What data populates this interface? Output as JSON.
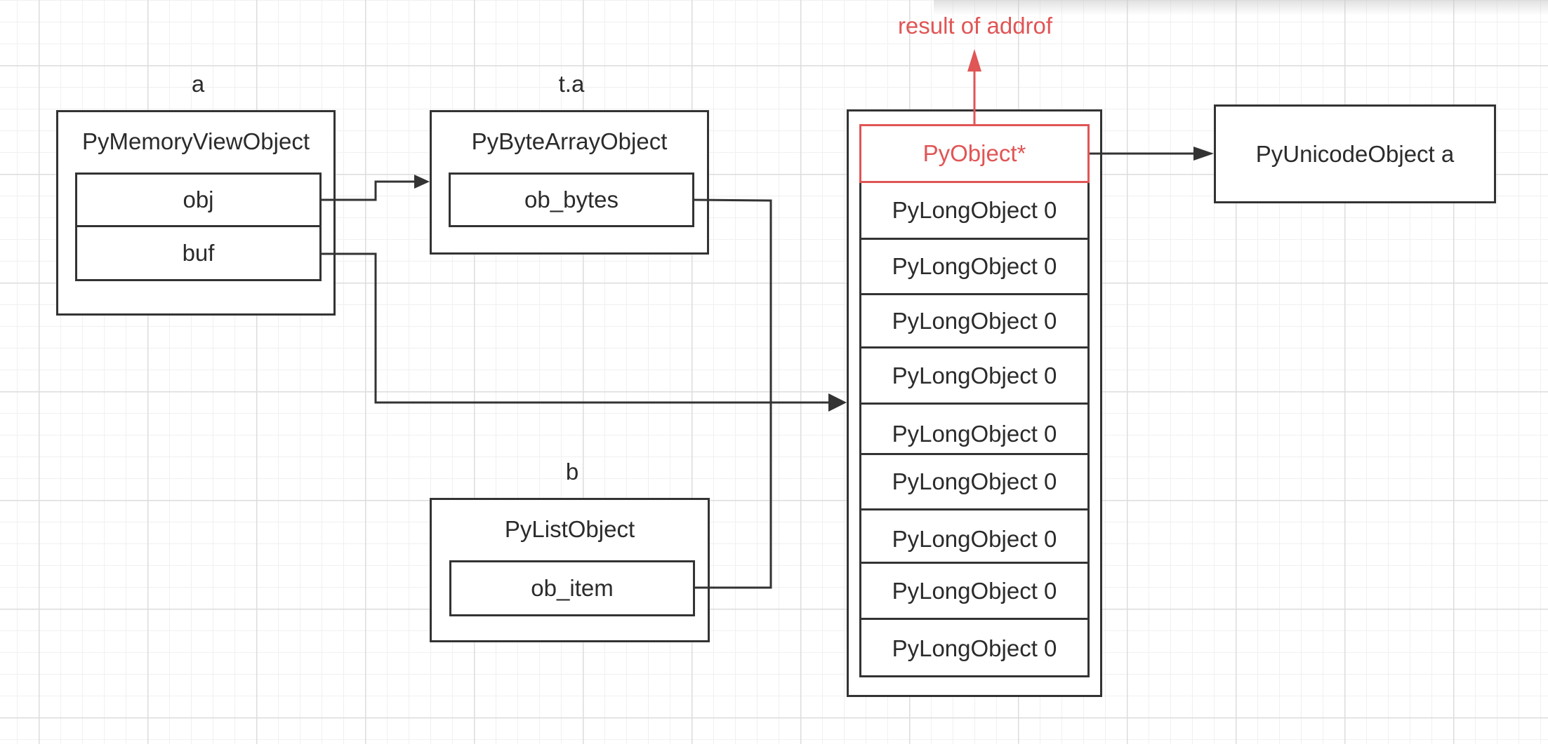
{
  "labels": {
    "a": "a",
    "ta": "t.a",
    "b": "b",
    "addrof": "result of addrof"
  },
  "memoryview": {
    "title": "PyMemoryViewObject",
    "fields": [
      "obj",
      "buf"
    ]
  },
  "bytearray": {
    "title": "PyByteArrayObject",
    "field": "ob_bytes"
  },
  "list": {
    "title": "PyListObject",
    "field": "ob_item"
  },
  "array": {
    "head": "PyObject*",
    "cells": [
      "PyLongObject 0",
      "PyLongObject 0",
      "PyLongObject 0",
      "PyLongObject 0",
      "PyLongObject 0",
      "PyLongObject 0",
      "PyLongObject 0",
      "PyLongObject 0",
      "PyLongObject 0"
    ]
  },
  "unicode": {
    "title": "PyUnicodeObject a"
  },
  "colors": {
    "line": "#333333",
    "highlight": "#e05555",
    "grid": "#dcdcdc"
  }
}
